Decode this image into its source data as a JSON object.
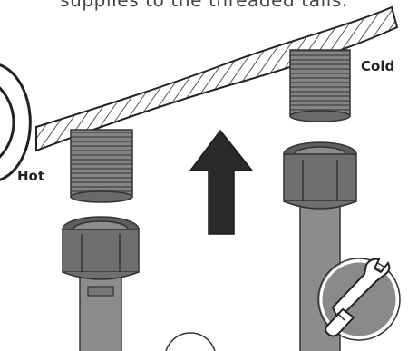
{
  "caption": "supplies to the threaded tails.",
  "labels": {
    "cold": "Cold",
    "hot": "Hot"
  },
  "icons": [
    "wrench-icon",
    "up-arrow-icon"
  ],
  "colors": {
    "pipe": "#8c8c8c",
    "nut": "#6f6f6f",
    "thread": "#7a7a7a",
    "arrow": "#2a2a2a",
    "outline": "#222222"
  }
}
